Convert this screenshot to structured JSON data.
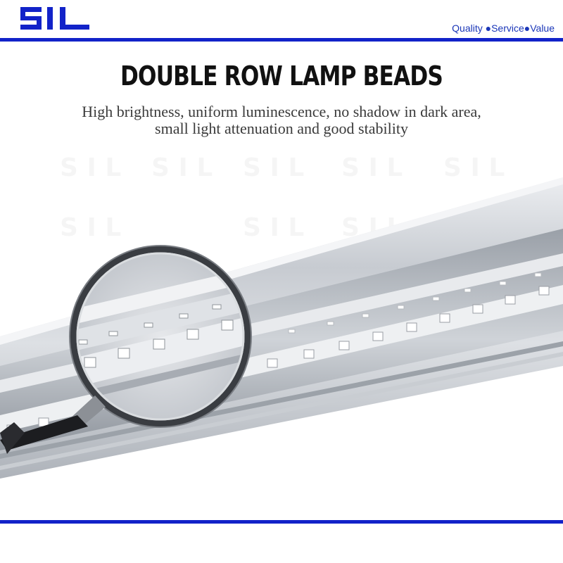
{
  "brand": {
    "logo_text": "SIL",
    "tagline": "Quality ●Service●Value",
    "brand_color": "#1223c9"
  },
  "heading": {
    "title": "DOUBLE ROW LAMP BEADS",
    "subtitle_line1": "High brightness, uniform luminescence, no shadow in dark area,",
    "subtitle_line2": "small light attenuation and good stability"
  },
  "image": {
    "subject": "led-tube-with-magnifier",
    "led_color": "#ffffff",
    "tube_color": "#c9ccd1"
  }
}
